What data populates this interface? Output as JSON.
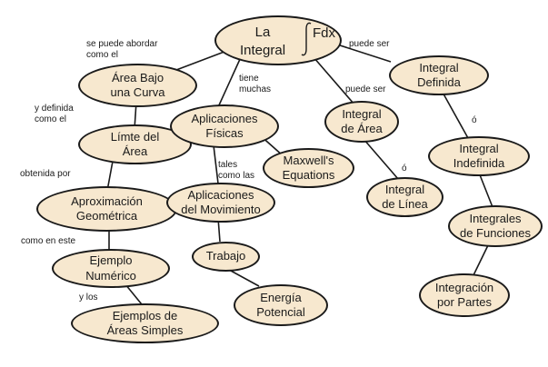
{
  "root": {
    "line1": "La",
    "line2": "Integral",
    "symbol": "∫",
    "expr": "Fdx"
  },
  "nodes": {
    "area_bajo": [
      "Área Bajo",
      "una Curva"
    ],
    "limite": [
      "Límte del",
      "Área"
    ],
    "aprox": [
      "Aproximación",
      "Geométrica"
    ],
    "ejemplo": [
      "Ejemplo",
      "Numérico"
    ],
    "ejemplos_areas": [
      "Ejemplos de",
      "Áreas Simples"
    ],
    "aplicaciones": [
      "Aplicaciones",
      "Físicas"
    ],
    "maxwell": [
      "Maxwell's",
      "Equations"
    ],
    "movimiento": [
      "Aplicaciones",
      "del Movimiento"
    ],
    "trabajo": [
      "Trabajo"
    ],
    "energia": [
      "Energía",
      "Potencial"
    ],
    "integral_area": [
      "Integral",
      "de Área"
    ],
    "integral_linea": [
      "Integral",
      "de Línea"
    ],
    "definida": [
      "Integral",
      "Definida"
    ],
    "indefinida": [
      "Integral",
      "Indefinida"
    ],
    "funciones": [
      "Integrales",
      "de Funciones"
    ],
    "partes": [
      "Integración",
      "por Partes"
    ]
  },
  "links": {
    "se_puede_abordar": [
      "se puede abordar",
      "como el"
    ],
    "y_definida": [
      "y definida",
      "como el"
    ],
    "obtenida_por": [
      "obtenida por"
    ],
    "como_en_este": [
      "como en este"
    ],
    "y_los": [
      "y los"
    ],
    "tiene_muchas": [
      "tiene",
      "muchas"
    ],
    "tales_como_las": [
      "tales",
      "como las"
    ],
    "puede_ser_1": [
      "puede ser"
    ],
    "puede_ser_2": [
      "puede ser"
    ],
    "o_1": [
      "ó"
    ],
    "o_2": [
      "ó"
    ]
  },
  "colors": {
    "node_fill": "#f7e8cf",
    "stroke": "#1a1a1a",
    "background": "#ffffff"
  }
}
